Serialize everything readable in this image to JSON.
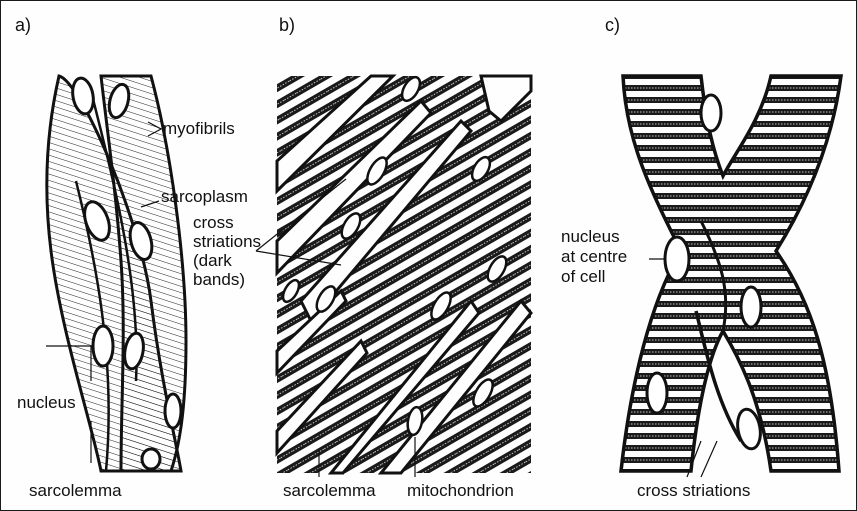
{
  "panels": {
    "a": {
      "label": "a)",
      "labels": {
        "myofibrils": "myofibrils",
        "sarcoplasm": "sarcoplasm",
        "nucleus": "nucleus",
        "sarcolemma": "sarcolemma"
      }
    },
    "b": {
      "label": "b)",
      "labels": {
        "cross_striations": [
          "cross",
          "striations",
          "(dark",
          "bands)"
        ],
        "sarcolemma": "sarcolemma",
        "mitochondrion": "mitochondrion"
      }
    },
    "c": {
      "label": "c)",
      "labels": {
        "nucleus": [
          "nucleus",
          "at centre",
          "of cell"
        ],
        "cross_striations": "cross striations"
      }
    }
  },
  "colors": {
    "ink": "#111111",
    "band": "#222222",
    "paper": "#fefefe"
  }
}
